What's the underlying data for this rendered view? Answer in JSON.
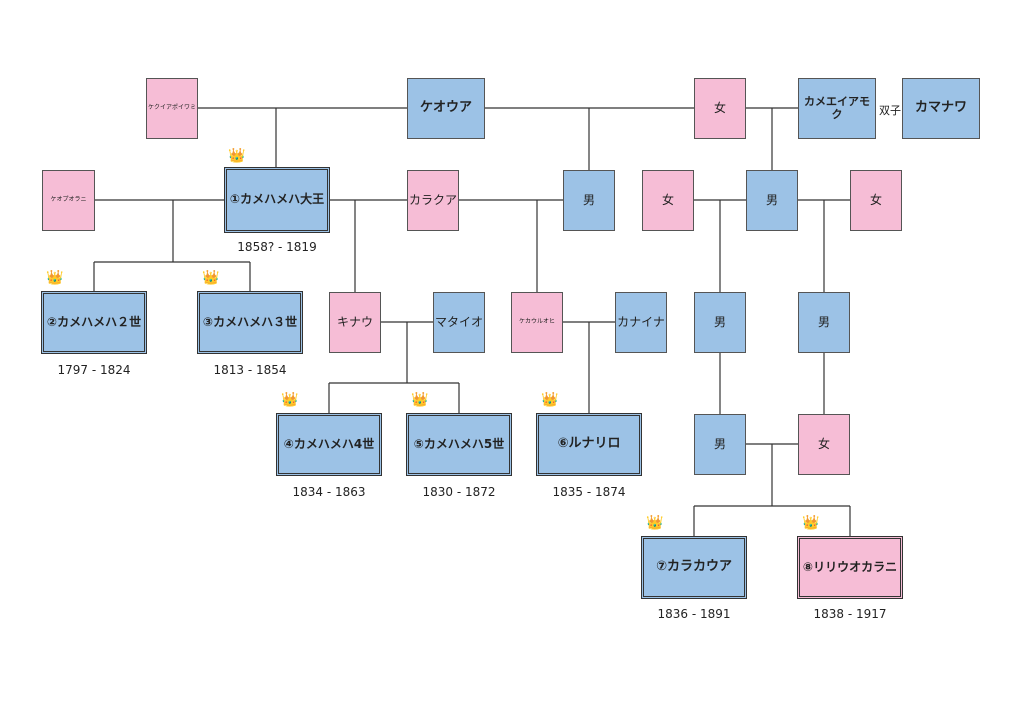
{
  "people": {
    "keiaipoiwami": "ケクイアポイワミ",
    "keoua": "ケオウア",
    "onna_top": "女",
    "kameeiamoku": "カメエイアモク",
    "twins": "双子",
    "kamanawa": "カマナワ",
    "keopuolani": "ケオプオラニ",
    "k1": "①カメハメハ大王",
    "kalakua": "カラクア",
    "otoko_mid": "男",
    "onna_left": "女",
    "otoko_center": "男",
    "onna_right": "女",
    "k2": "②カメハメハ２世",
    "k3": "③カメハメハ３世",
    "kinau": "キナウ",
    "mataio": "マタイオ",
    "kekauluohi": "ケカウルオヒ",
    "kanaina": "カナイナ",
    "otoko_r1": "男",
    "otoko_r2": "男",
    "k4": "④カメハメハ4世",
    "k5": "⑤カメハメハ5世",
    "k6": "⑥ルナリロ",
    "otoko_low": "男",
    "onna_low": "女",
    "k7": "⑦カラカウア",
    "k8": "⑧リリウオカラニ"
  },
  "dates": {
    "k1": "1858? - 1819",
    "k2": "1797 - 1824",
    "k3": "1813 - 1854",
    "k4": "1834 - 1863",
    "k5": "1830 - 1872",
    "k6": "1835 - 1874",
    "k7": "1836 - 1891",
    "k8": "1838 - 1917"
  },
  "crown_icon": "👑",
  "colors": {
    "male": "#9cc2e6",
    "female": "#f6bdd6",
    "line": "#333333"
  }
}
